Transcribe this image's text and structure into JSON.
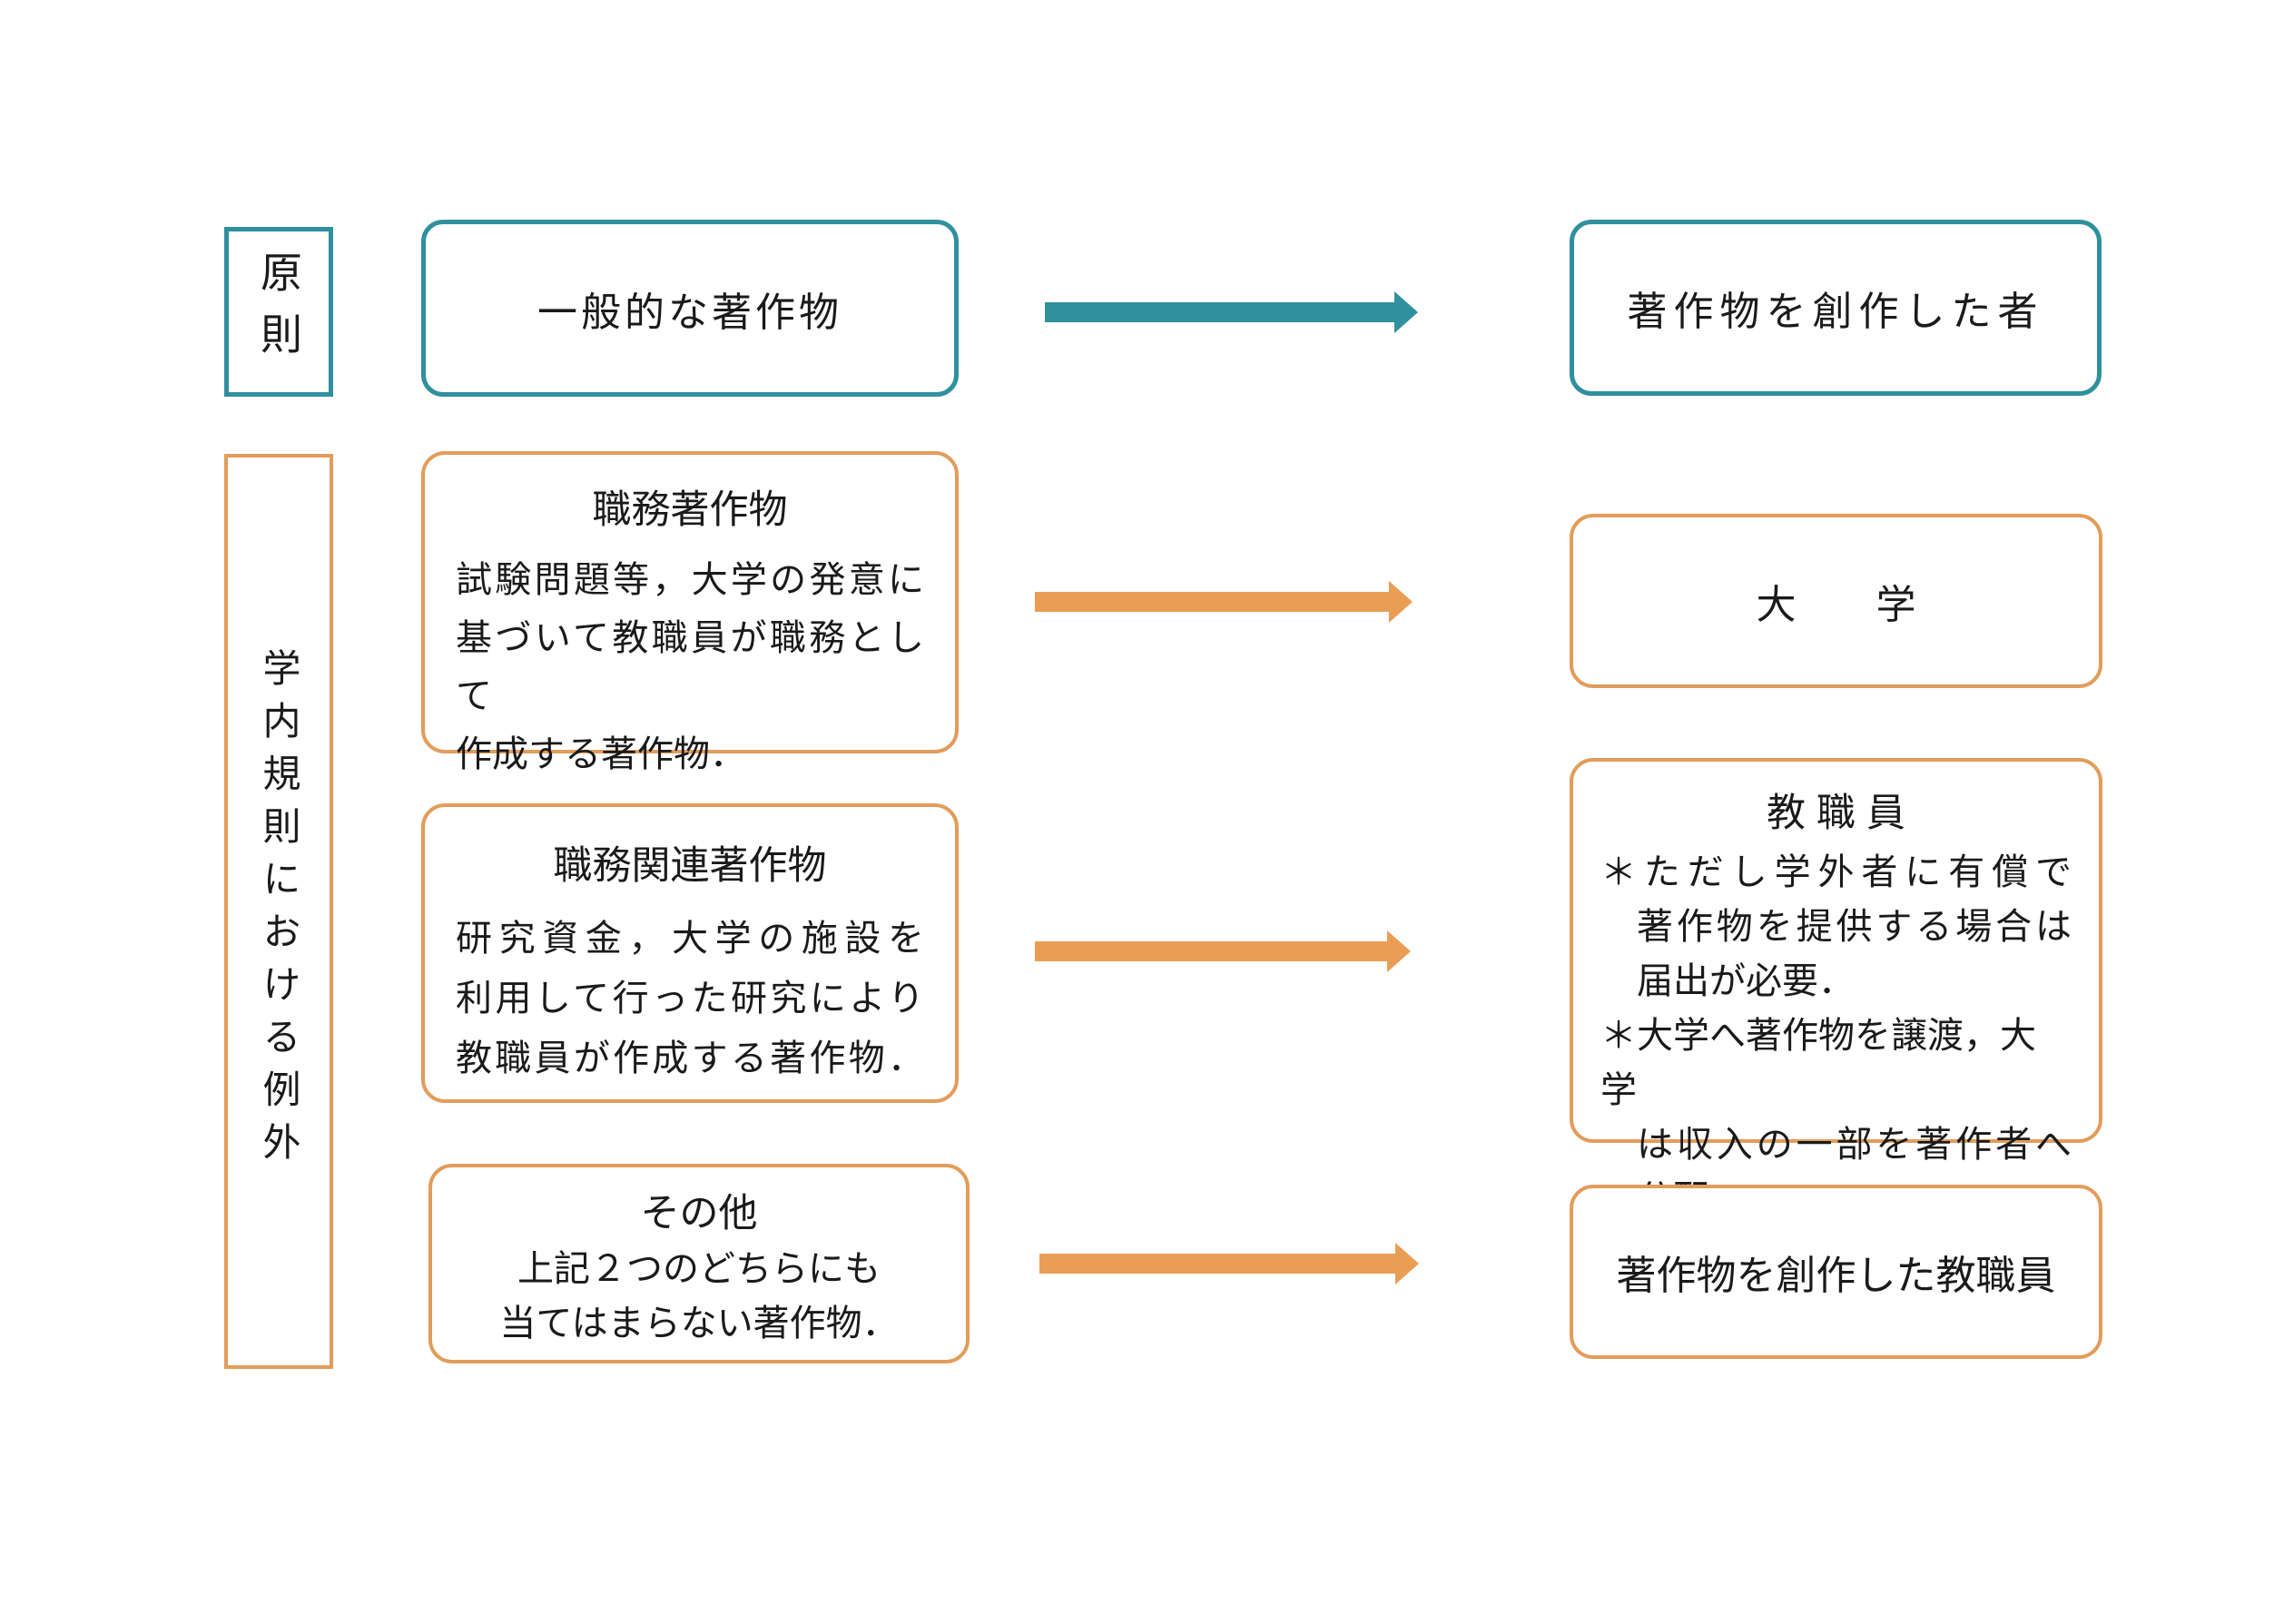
{
  "colors": {
    "teal": "#30909D",
    "orange": "#E29C5B",
    "arrow-orange": "#EA9E55",
    "text": "#1a1a1a",
    "background": "#ffffff"
  },
  "principle_row": {
    "row_label": "原則",
    "source_box": "一般的な著作物",
    "arrow_icon": "right-arrow",
    "target_box": "著作物を創作した者"
  },
  "exception_section": {
    "section_label": "学内規則における例外",
    "rows": [
      {
        "source_title": "職務著作物",
        "source_body_lines": [
          "試験問題等，大学の発意に",
          "基づいて教職員が職務として",
          "作成する著作物．"
        ],
        "arrow_icon": "right-arrow",
        "target_title": "大　　学",
        "target_notes": []
      },
      {
        "source_title": "職務関連著作物",
        "source_body_lines": [
          "研究資金，大学の施設を",
          "利用して行った研究により",
          "教職員が作成する著作物．"
        ],
        "arrow_icon": "right-arrow",
        "target_title": "教 職 員",
        "target_notes": [
          {
            "lines": [
              "＊ただし学外者に有償で",
              "著作物を提供する場合は",
              "届出が必要．"
            ]
          },
          {
            "lines": [
              "＊大学へ著作物を譲渡，大学",
              "は収入の一部を著作者へ",
              "分配．"
            ]
          }
        ]
      },
      {
        "source_title": "その他",
        "source_body_lines": [
          "上記２つのどちらにも",
          "当てはまらない著作物．"
        ],
        "arrow_icon": "right-arrow",
        "target_title": "著作物を創作した教職員",
        "target_notes": []
      }
    ]
  }
}
